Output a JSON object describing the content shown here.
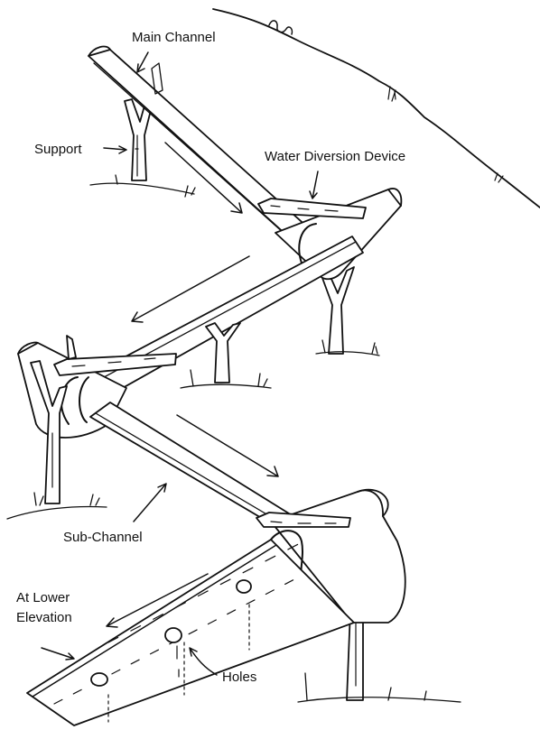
{
  "labels": {
    "main_channel": "Main Channel",
    "support": "Support",
    "water_diversion_device": "Water Diversion Device",
    "sub_channel": "Sub-Channel",
    "at_lower_elevation_line1": "At Lower",
    "at_lower_elevation_line2": "Elevation",
    "holes": "Holes"
  },
  "colors": {
    "ink": "#111111",
    "background": "#ffffff"
  }
}
